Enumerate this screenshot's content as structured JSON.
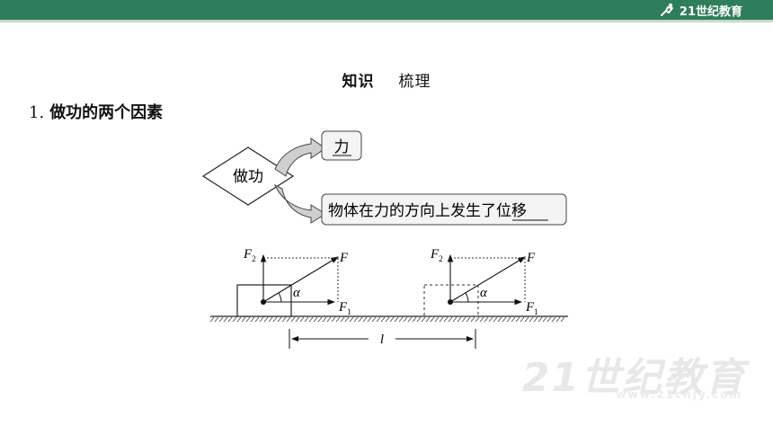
{
  "header": {
    "logo_text": "21世纪教育"
  },
  "title": {
    "part1": "知识",
    "part2": "梳理"
  },
  "section": {
    "number": "1.",
    "label": "做功的两个因素"
  },
  "concept_map": {
    "center": "做功",
    "branch1": "力",
    "branch2_prefix": "物体在力的方向上发生了",
    "branch2_underlined": "位移"
  },
  "force_diagram": {
    "label_f": "F",
    "label_f1": "F",
    "label_f1_sub": "1",
    "label_f2": "F",
    "label_f2_sub": "2",
    "label_alpha": "α",
    "label_l": "l"
  },
  "watermark": {
    "text": "21世纪教育",
    "sub": "www.21cnjy.com"
  },
  "colors": {
    "topbar": "#2e7d5b",
    "box_fill": "#f4f4f4",
    "arrow_fill": "#cfcfcf"
  }
}
